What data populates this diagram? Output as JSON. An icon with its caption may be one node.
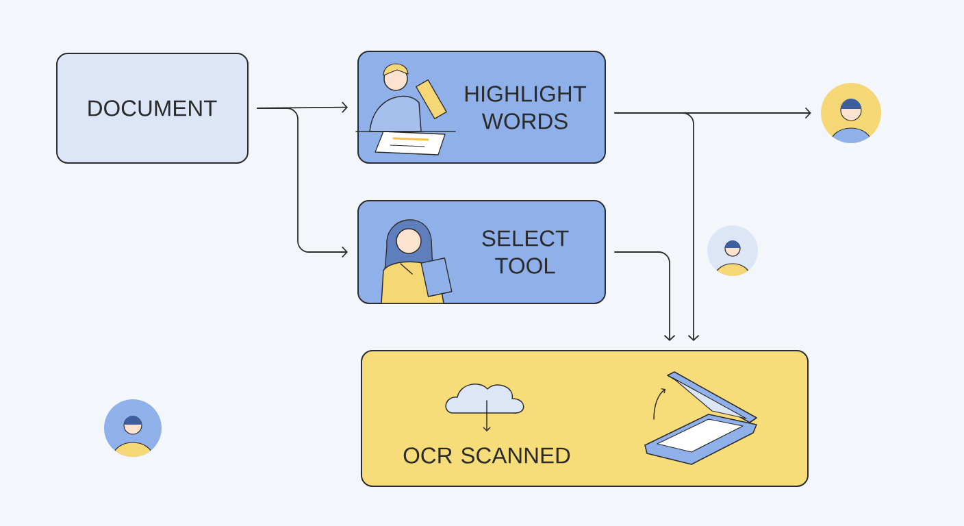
{
  "diagram": {
    "nodes": [
      {
        "text": [
          "DOCUMENT"
        ]
      },
      {
        "text": [
          "HIGHLIGHT WORDS"
        ]
      },
      {
        "text": [
          "SELECT TOOL"
        ]
      },
      {
        "text": [
          "OCR SCANNED"
        ]
      },
      {
        "text": [],
        "shape": "person"
      }
    ],
    "edges": [
      {
        "from": 0,
        "to": 1,
        "arrow": "to"
      },
      {
        "from": 0,
        "to": 2,
        "arrow": "to"
      },
      {
        "from": 1,
        "to": 4,
        "arrow": "to"
      },
      {
        "from": 1,
        "to": 3,
        "arrow": "to"
      },
      {
        "from": 2,
        "to": 3,
        "arrow": "to"
      }
    ]
  }
}
